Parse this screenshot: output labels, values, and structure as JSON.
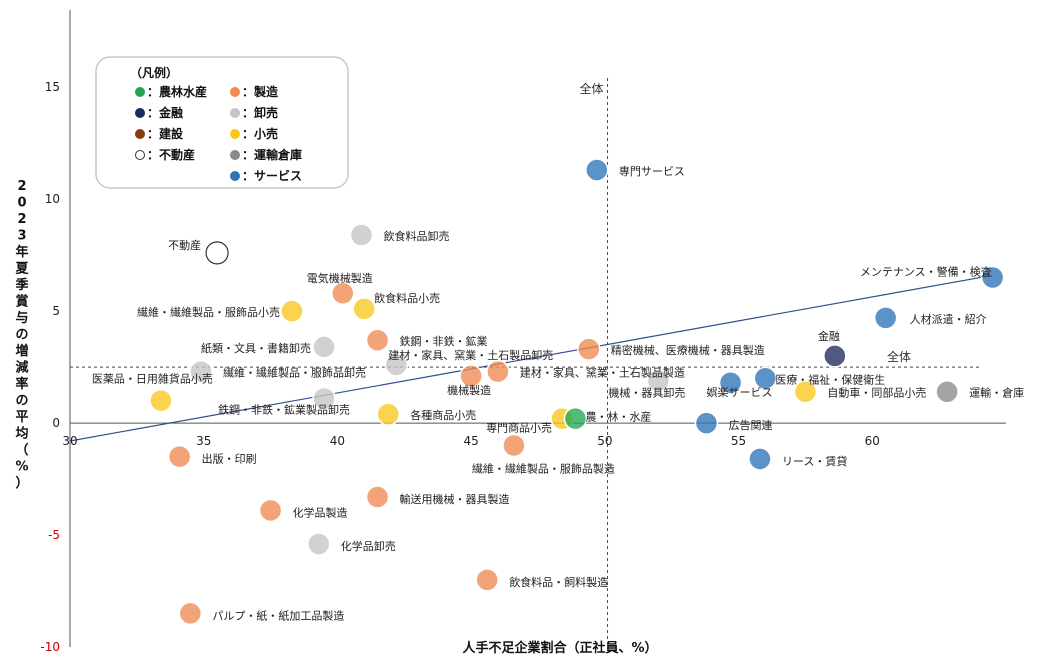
{
  "chart_data": {
    "type": "scatter",
    "xlabel": "人手不足企業割合（正社員、%）",
    "ylabel": "2023年夏季賞与の増減率の平均（%）",
    "xlim": [
      30,
      65
    ],
    "ylim": [
      -10,
      18
    ],
    "x_ticks": [
      "30",
      "35",
      "40",
      "45",
      "50",
      "55",
      "60"
    ],
    "y_ticks": [
      "-10",
      "-5",
      "0",
      "5",
      "10",
      "15"
    ],
    "reference_lines": {
      "x": 50.1,
      "y": 2.5,
      "x_label": "全体",
      "y_label": "全体"
    },
    "trendline": {
      "x": [
        30,
        64.5
      ],
      "y": [
        -0.8,
        6.6
      ]
    },
    "legend": {
      "title": "（凡例）",
      "items": [
        {
          "key": "agri",
          "label": "：農林水産",
          "color": "#22a653"
        },
        {
          "key": "finance",
          "label": "：金融",
          "color": "#1f2a5c"
        },
        {
          "key": "construction",
          "label": "：建設",
          "color": "#8b3a10"
        },
        {
          "key": "realestate",
          "label": "：不動産",
          "color": "#ffffff"
        },
        {
          "key": "manufacturing",
          "label": "：製造",
          "color": "#ee8a52"
        },
        {
          "key": "wholesale",
          "label": "：卸売",
          "color": "#c4c4c4"
        },
        {
          "key": "retail",
          "label": "：小売",
          "color": "#f9c81e"
        },
        {
          "key": "transport",
          "label": "：運輸倉庫",
          "color": "#8a8a8a"
        },
        {
          "key": "service",
          "label": "：サービス",
          "color": "#2e75b6"
        }
      ]
    },
    "points": [
      {
        "label": "専門サービス",
        "x": 49.7,
        "y": 11.3,
        "category": "service"
      },
      {
        "label": "メンテナンス・警備・検査",
        "x": 64.5,
        "y": 6.5,
        "category": "service"
      },
      {
        "label": "人材派遣・紹介",
        "x": 60.5,
        "y": 4.7,
        "category": "service"
      },
      {
        "label": "金融",
        "x": 58.6,
        "y": 3.0,
        "category": "finance"
      },
      {
        "label": "医療・福祉・保健衛生",
        "x": 56.0,
        "y": 2.0,
        "category": "service"
      },
      {
        "label": "娯楽サービス",
        "x": 54.7,
        "y": 1.8,
        "category": "service"
      },
      {
        "label": "自動車・同部品小売",
        "x": 57.5,
        "y": 1.4,
        "category": "retail"
      },
      {
        "label": "運輸・倉庫",
        "x": 62.8,
        "y": 1.4,
        "category": "transport"
      },
      {
        "label": "広告関連",
        "x": 53.8,
        "y": 0.0,
        "category": "service"
      },
      {
        "label": "リース・賃貸",
        "x": 55.8,
        "y": -1.6,
        "category": "service"
      },
      {
        "label": "不動産",
        "x": 35.5,
        "y": 7.6,
        "category": "realestate"
      },
      {
        "label": "飲食料品卸売",
        "x": 40.9,
        "y": 8.4,
        "category": "wholesale"
      },
      {
        "label": "電気機械製造",
        "x": 40.2,
        "y": 5.8,
        "category": "manufacturing"
      },
      {
        "label": "飲食料品小売",
        "x": 41.0,
        "y": 5.1,
        "category": "retail"
      },
      {
        "label": "繊維・繊維製品・服飾品小売",
        "x": 38.3,
        "y": 5.0,
        "category": "retail"
      },
      {
        "label": "紙類・文具・書籍卸売",
        "x": 39.5,
        "y": 3.4,
        "category": "wholesale"
      },
      {
        "label": "鉄鋼・非鉄・鉱業",
        "x": 41.5,
        "y": 3.7,
        "category": "manufacturing"
      },
      {
        "label": "建材・家具、窯業・土石製品卸売",
        "x": 42.2,
        "y": 2.6,
        "category": "wholesale"
      },
      {
        "label": "繊維・繊維製品・服飾品卸売",
        "x": 34.9,
        "y": 2.3,
        "category": "wholesale"
      },
      {
        "label": "機械製造",
        "x": 45.0,
        "y": 2.1,
        "category": "manufacturing"
      },
      {
        "label": "建材・家具、窯業・土石製品製造",
        "x": 46.0,
        "y": 2.3,
        "category": "manufacturing"
      },
      {
        "label": "精密機械、医療機械・器具製造",
        "x": 49.4,
        "y": 3.3,
        "category": "manufacturing"
      },
      {
        "label": "機械・器具卸売",
        "x": 52.0,
        "y": 1.9,
        "category": "wholesale"
      },
      {
        "label": "医薬品・日用雑貨品小売",
        "x": 33.4,
        "y": 1.0,
        "category": "retail"
      },
      {
        "label": "鉄鋼・非鉄・鉱業製品卸売",
        "x": 39.5,
        "y": 1.1,
        "category": "wholesale"
      },
      {
        "label": "各種商品小売",
        "x": 41.9,
        "y": 0.4,
        "category": "retail"
      },
      {
        "label": "専門商品小売",
        "x": 48.4,
        "y": 0.2,
        "category": "retail"
      },
      {
        "label": "農・林・水産",
        "x": 48.9,
        "y": 0.2,
        "category": "agri"
      },
      {
        "label": "繊維・繊維製品・服飾品製造",
        "x": 46.6,
        "y": -1.0,
        "category": "manufacturing"
      },
      {
        "label": "出版・印刷",
        "x": 34.1,
        "y": -1.5,
        "category": "manufacturing"
      },
      {
        "label": "輸送用機械・器具製造",
        "x": 41.5,
        "y": -3.3,
        "category": "manufacturing"
      },
      {
        "label": "化学品製造",
        "x": 37.5,
        "y": -3.9,
        "category": "manufacturing"
      },
      {
        "label": "化学品卸売",
        "x": 39.3,
        "y": -5.4,
        "category": "wholesale"
      },
      {
        "label": "飲食料品・飼料製造",
        "x": 45.6,
        "y": -7.0,
        "category": "manufacturing"
      },
      {
        "label": "パルプ・紙・紙加工品製造",
        "x": 34.5,
        "y": -8.5,
        "category": "manufacturing"
      }
    ]
  }
}
